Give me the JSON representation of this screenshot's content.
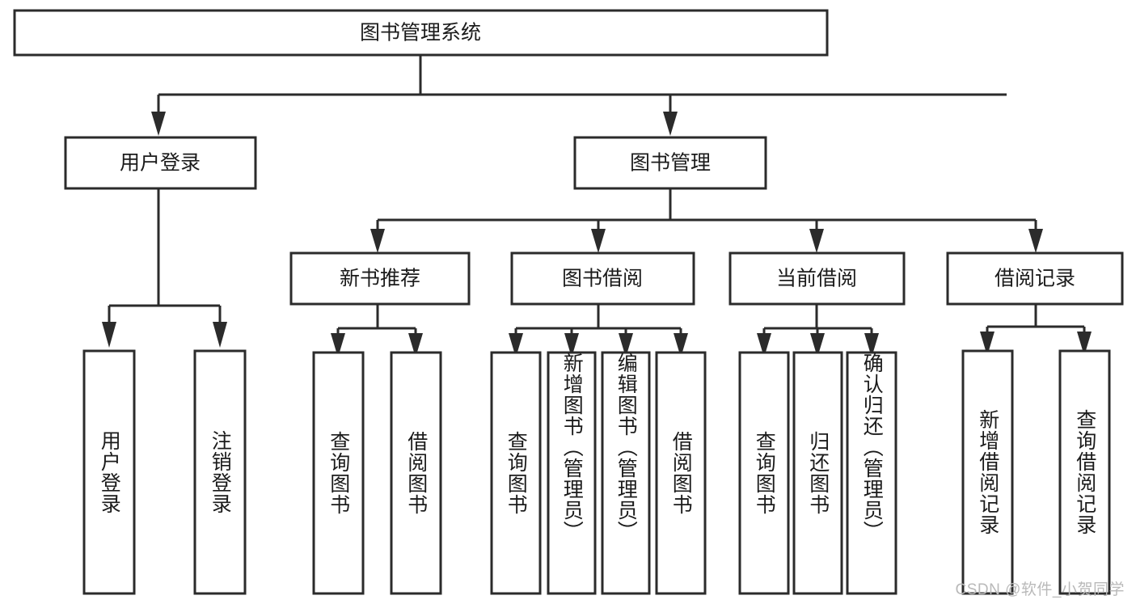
{
  "diagram": {
    "title": "图书管理系统",
    "type": "hierarchy-tree",
    "watermark": "CSDN @软件_小贺同学",
    "colors": {
      "stroke": "#2b2b2b",
      "fill": "#ffffff",
      "text": "#1b1b1b",
      "watermark": "#b9b9b9"
    },
    "root": {
      "label": "图书管理系统"
    },
    "level1": [
      {
        "label": "用户登录"
      },
      {
        "label": "图书管理"
      }
    ],
    "level2": [
      {
        "label": "新书推荐"
      },
      {
        "label": "图书借阅"
      },
      {
        "label": "当前借阅"
      },
      {
        "label": "借阅记录"
      }
    ],
    "leaves": {
      "user_login": [
        {
          "label": "用户登录"
        },
        {
          "label": "注销登录"
        }
      ],
      "new_book_recommend": [
        {
          "label": "查询图书"
        },
        {
          "label": "借阅图书"
        }
      ],
      "book_borrow": [
        {
          "label": "查询图书"
        },
        {
          "label": "新增图书（管理员）"
        },
        {
          "label": "编辑图书（管理员）"
        },
        {
          "label": "借阅图书"
        }
      ],
      "current_borrow": [
        {
          "label": "查询图书"
        },
        {
          "label": "归还图书"
        },
        {
          "label": "确认归还（管理员）"
        }
      ],
      "borrow_records": [
        {
          "label": "新增借阅记录"
        },
        {
          "label": "查询借阅记录"
        }
      ]
    }
  }
}
